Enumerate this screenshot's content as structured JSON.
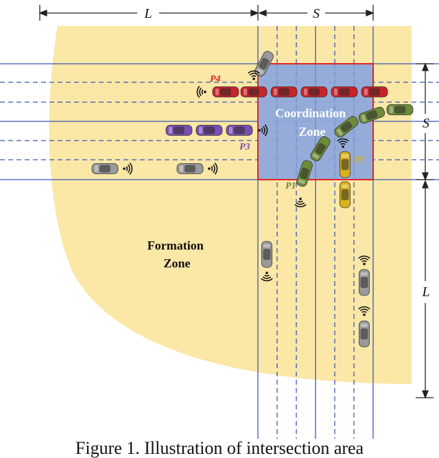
{
  "caption": "Figure 1. Illustration of intersection area",
  "dimensions": {
    "left_L": "L",
    "top_S": "S",
    "right_S": "S",
    "right_L": "L"
  },
  "zones": {
    "coordination": [
      "Coordination",
      "Zone"
    ],
    "formation": [
      "Formation",
      "Zone"
    ]
  },
  "platoons": {
    "p1": "P1",
    "p2": "P2",
    "p3": "P3",
    "p4": "P4"
  },
  "colors": {
    "formation_zone": "#fbe7a6",
    "coordination_zone": "#8fa9da",
    "coordination_border": "#e02424",
    "lane_line": "#3a55b5",
    "car_red": "#c8232b",
    "car_purple": "#7a4fb0",
    "car_green": "#6f8b3a",
    "car_yellow": "#d9b11c",
    "car_gray": "#9a9a9a",
    "label_p1": "#6f8b3a",
    "label_p2": "#d9b11c",
    "label_p3": "#7a4fb0",
    "label_p4": "#e02424"
  },
  "icons": {
    "wireless": "wifi-signal-icon",
    "vehicle": "car-icon"
  }
}
